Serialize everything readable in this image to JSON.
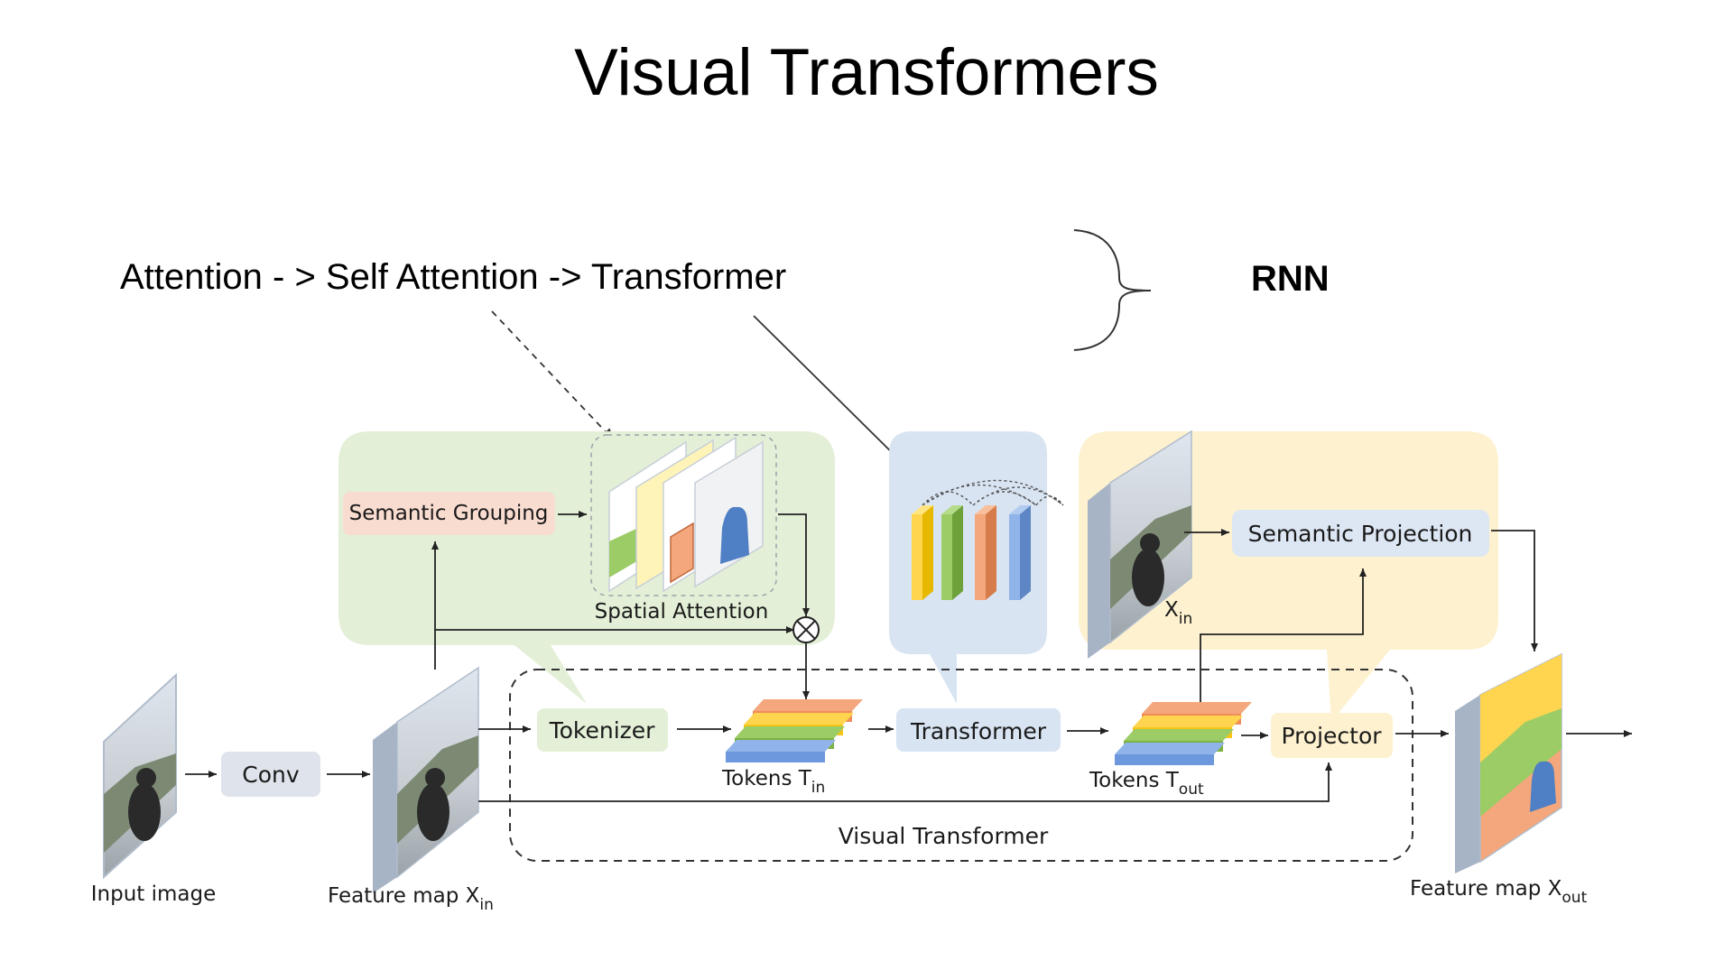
{
  "slide": {
    "title": "Visual Transformers",
    "headline": "Attention - > Self Attention -> Transformer",
    "rnn_label": "RNN"
  },
  "diagram": {
    "nodes": {
      "input_image": "Input image",
      "conv": "Conv",
      "feature_map_in": "Feature map X",
      "feature_map_in_sub": "in",
      "tokenizer": "Tokenizer",
      "tokens_in": "Tokens T",
      "tokens_in_sub": "in",
      "transformer": "Transformer",
      "tokens_out": "Tokens T",
      "tokens_out_sub": "out",
      "projector": "Projector",
      "feature_map_out": "Feature map X",
      "feature_map_out_sub": "out",
      "visual_transformer": "Visual Transformer",
      "semantic_grouping": "Semantic Grouping",
      "spatial_attention": "Spatial Attention",
      "semantic_projection": "Semantic Projection",
      "xin": "X",
      "xin_sub": "in"
    },
    "colors": {
      "green_region": "#e3efd7",
      "blue_region": "#d9e4f3",
      "yellow_region": "#fdf1cf",
      "token_orange": "#f4a77c",
      "token_yellow": "#ffd54f",
      "token_green": "#9ccc65",
      "token_blue": "#90b4ea"
    }
  }
}
